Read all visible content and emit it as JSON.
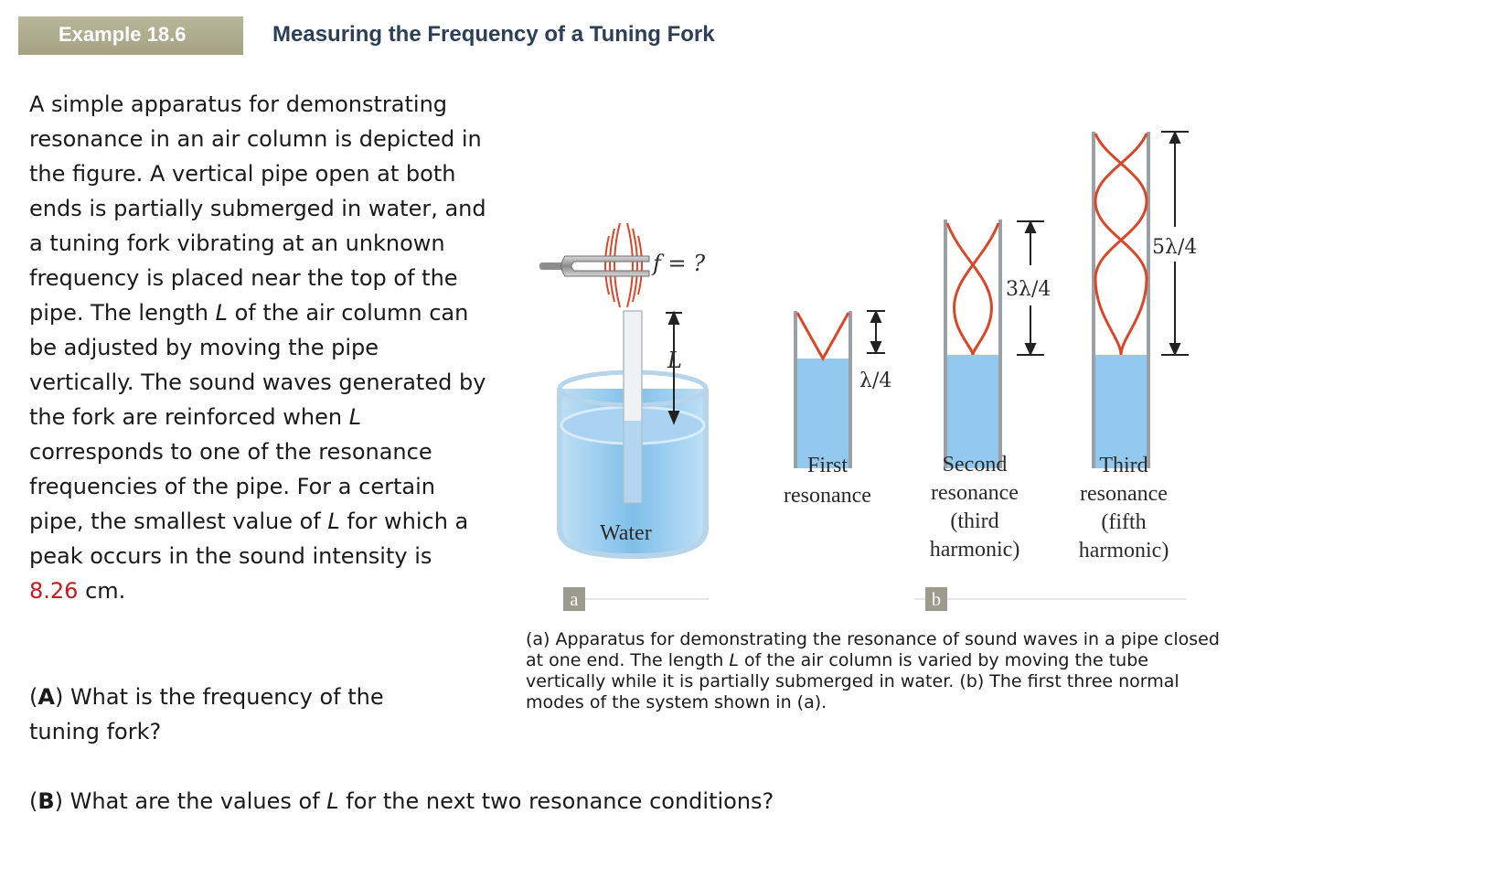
{
  "header": {
    "badge": "Example 18.6",
    "title": "Measuring the Frequency of a Tuning Fork"
  },
  "body": {
    "p1": "A simple apparatus for demonstrating resonance in an air column is depicted in the figure. A vertical pipe open at both ends is partially submerged in water, and a tuning fork vibrating at an unknown frequency is placed near the top of the pipe. The length ",
    "p1_var": "L",
    "p2": " of the air column can be adjusted by moving the pipe vertically. The sound waves generated by the fork are reinforced when ",
    "p2_var": "L",
    "p3": " corresponds to one of the resonance frequencies of the pipe. For a certain pipe, the smallest value of ",
    "p3_var": "L",
    "p4": " for which a peak occurs in the sound intensity is ",
    "value": "8.26",
    "p5": " cm."
  },
  "questions": {
    "a_label": "A",
    "a_text": "What is the frequency of the tuning fork?",
    "b_label": "B",
    "b_text_1": "What are the values of ",
    "b_var": "L",
    "b_text_2": " for the next two resonance conditions?"
  },
  "figure": {
    "fork_label": "f = ?",
    "length_label": "L",
    "water_label": "Water",
    "panel_a": "a",
    "panel_b": "b",
    "quarter": "λ/4",
    "three_quarter": "3λ/4",
    "five_quarter": "5λ/4",
    "first_l1": "First",
    "first_l2": "resonance",
    "second_l1": "Second",
    "second_l2": "resonance",
    "second_l3": "(third",
    "second_l4": "harmonic)",
    "third_l1": "Third",
    "third_l2": "resonance",
    "third_l3": "(fifth",
    "third_l4": "harmonic)",
    "colors": {
      "water": "#93c9ee",
      "wave": "#d9472b",
      "badge": "#9b9b8e"
    }
  },
  "caption": {
    "t1": "(a) Apparatus for demonstrating the resonance of sound waves in a pipe closed at one end. The length ",
    "var": "L",
    "t2": " of the air column is varied by moving the tube vertically while it is partially submerged in water. (b) The first three normal modes of the system shown in (a)."
  }
}
